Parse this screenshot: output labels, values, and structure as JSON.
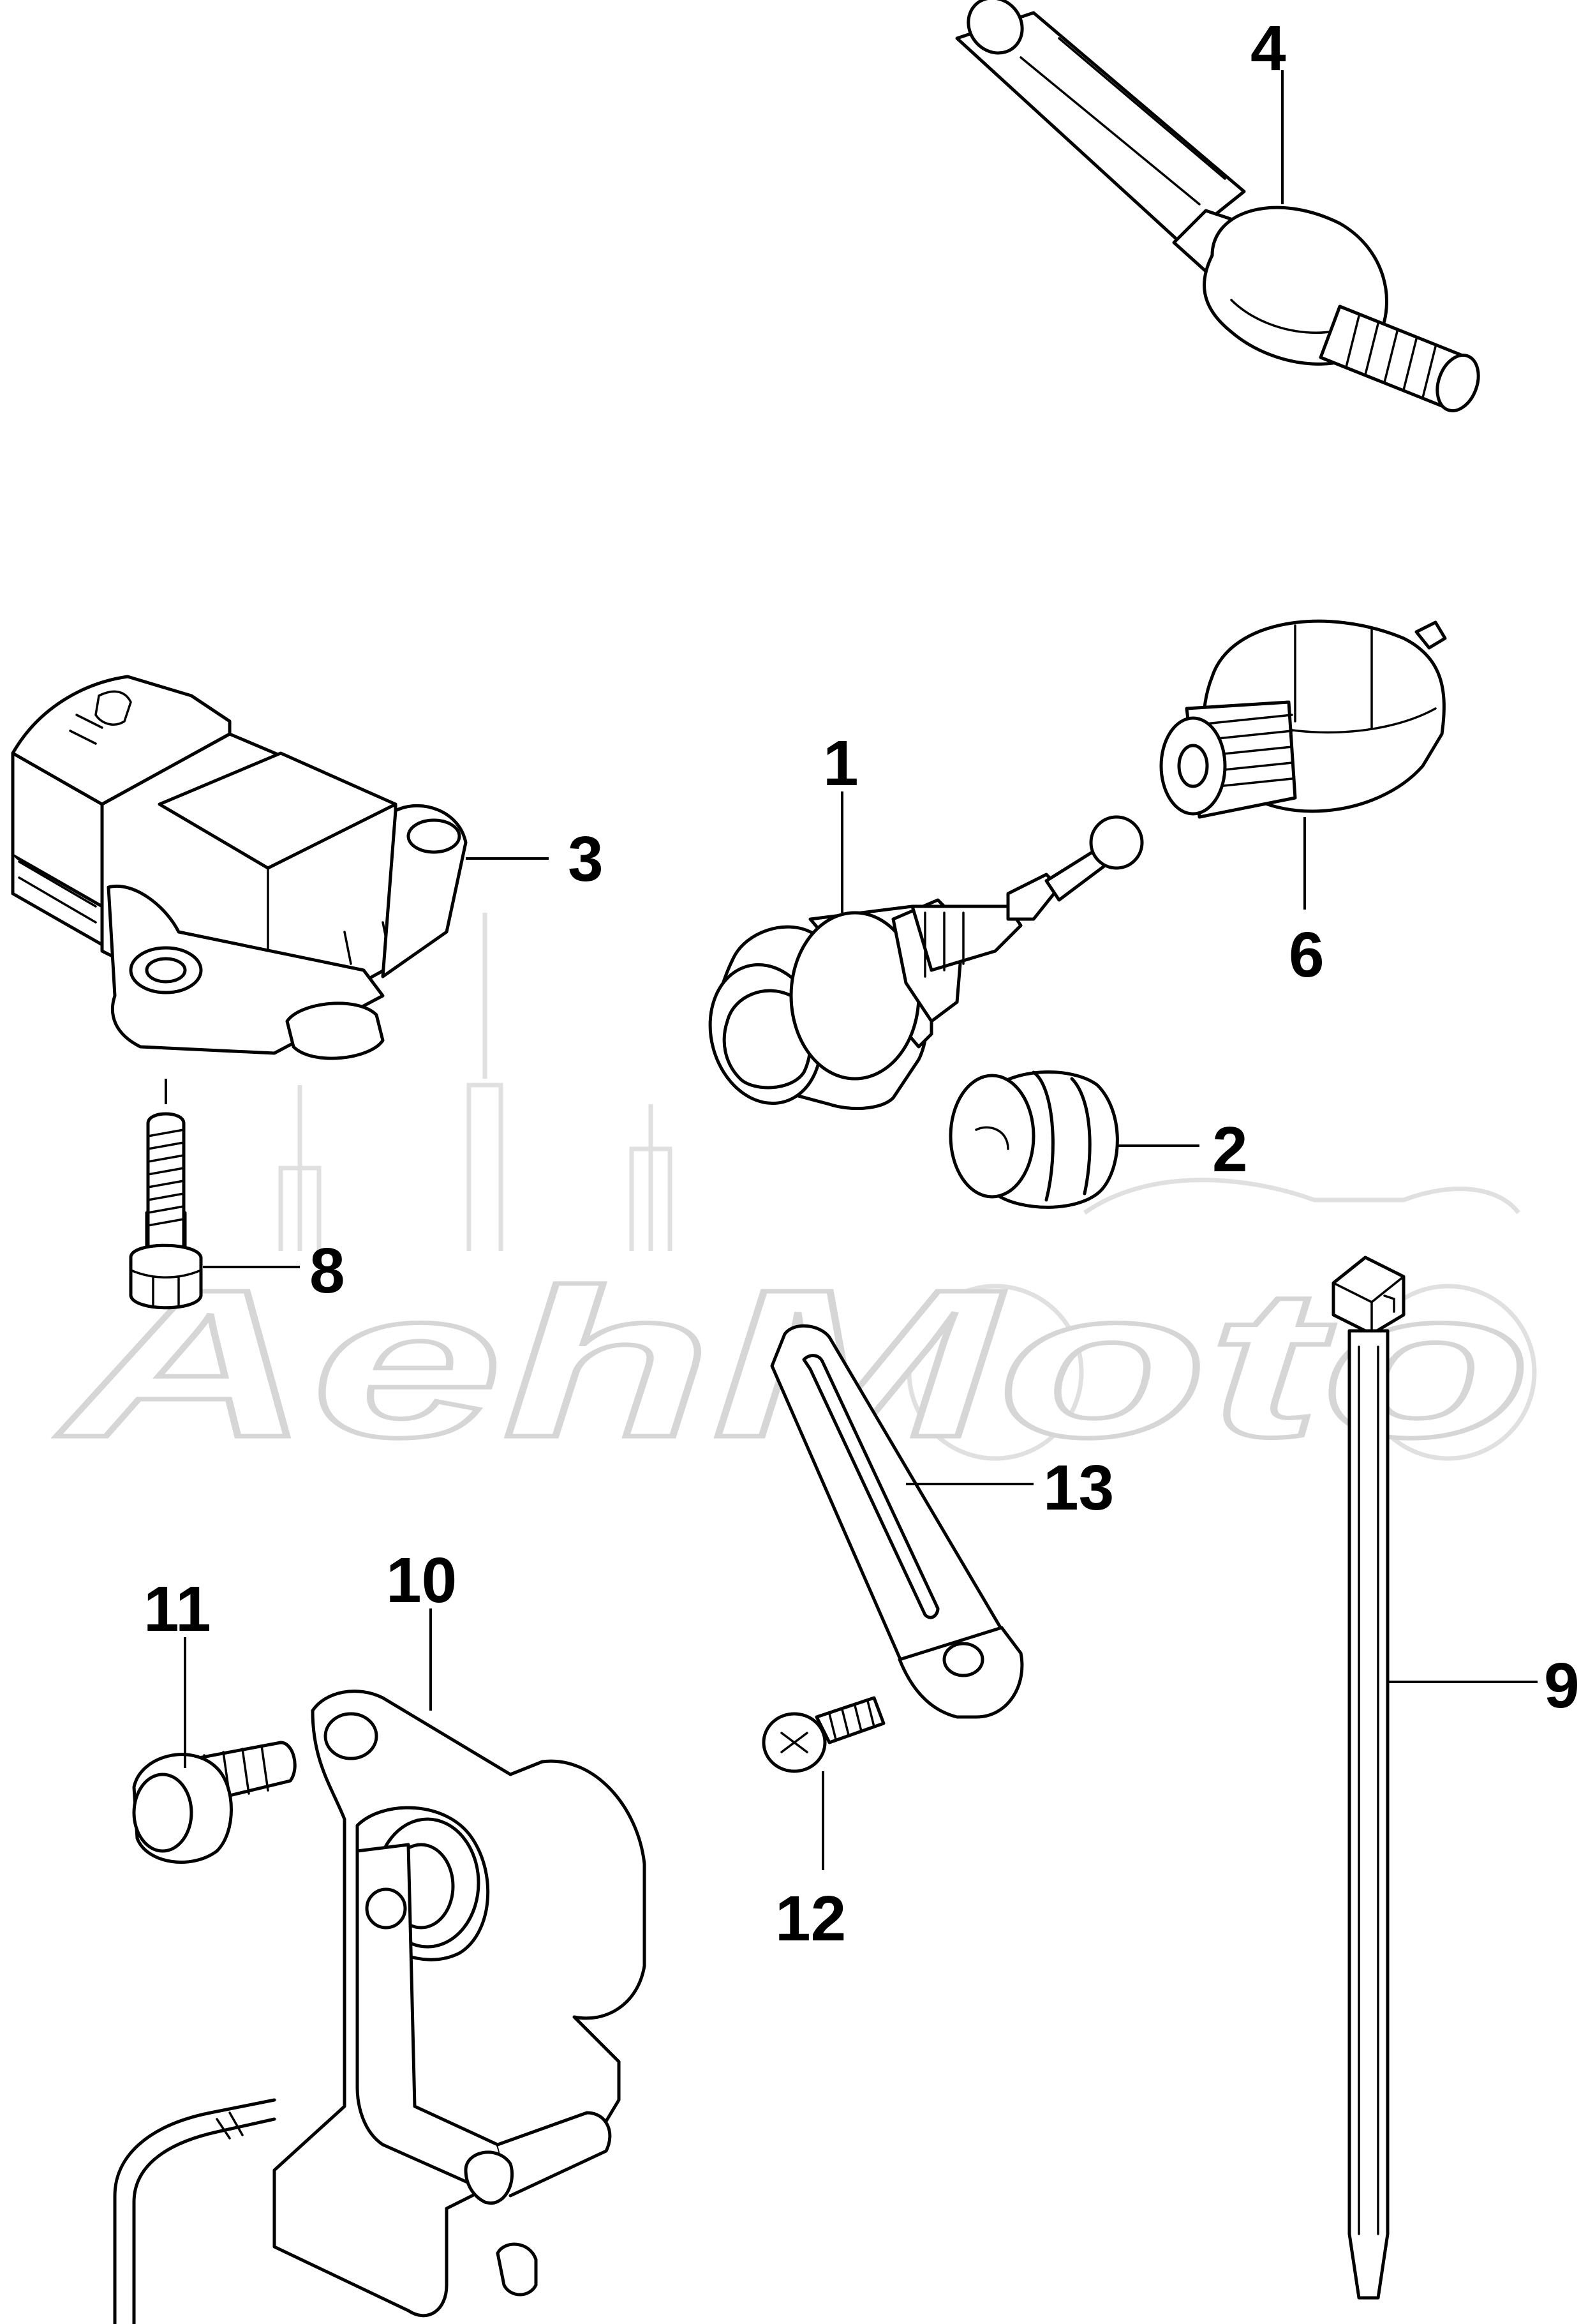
{
  "watermark": {
    "text": "AehMoto"
  },
  "callouts": {
    "c1": "1",
    "c2": "2",
    "c3": "3",
    "c4": "4",
    "c6": "6",
    "c8": "8",
    "c9": "9",
    "c10": "10",
    "c11": "11",
    "c12": "12",
    "c13": "13"
  },
  "colors": {
    "line": "#000000",
    "background": "#ffffff",
    "watermark": "#d6d6d6"
  }
}
